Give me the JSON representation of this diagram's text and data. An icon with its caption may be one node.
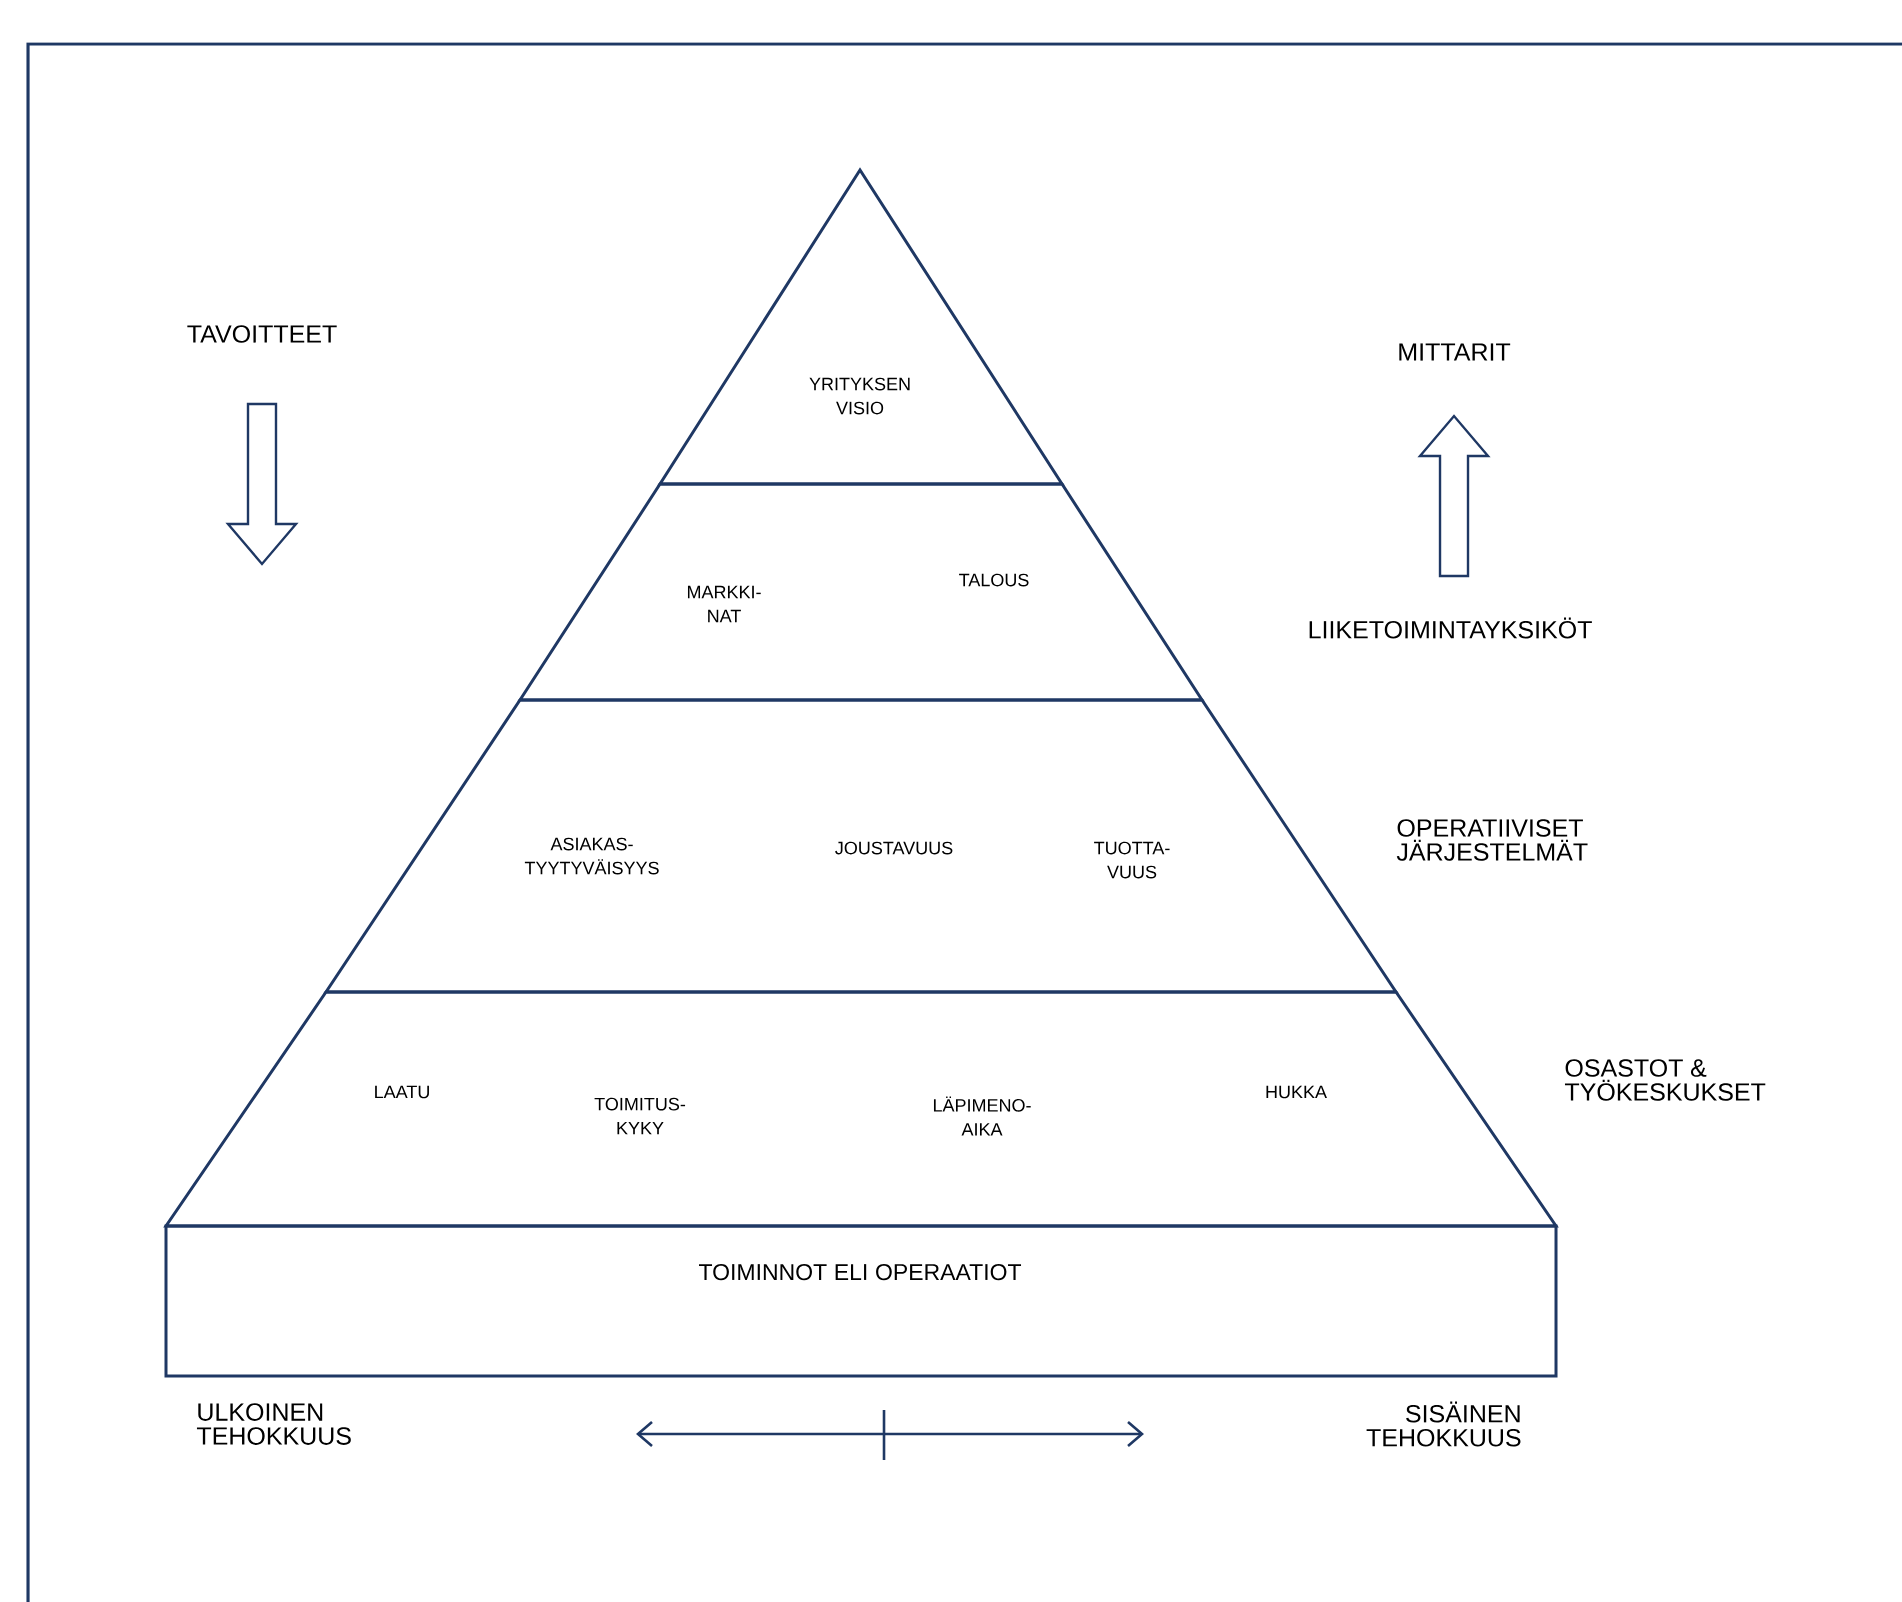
{
  "diagram": {
    "nodes": [
      {
        "text": [
          "YRITYKSEN VISIO"
        ]
      },
      {
        "text": [
          "MARKKI- NAT",
          "TALOUS"
        ]
      },
      {
        "text": [
          "ASIAKAS- TYYTYVÄISYYS",
          "JOUSTAVUUS",
          "TUOTTA- VUUS"
        ]
      },
      {
        "text": [
          "LAATU",
          "TOIMITUS- KYKY",
          "LÄPIMENO- AIKA",
          "HUKKA"
        ]
      },
      {
        "text": [
          "TOIMINNOT ELI OPERAATIOT"
        ]
      }
    ],
    "labels": [
      "TAVOITTEET",
      "MITTARIT",
      "LIIKETOIMINTAYKSIKÖT",
      "OPERATIIVISET JÄRJESTELMÄT",
      "OSASTOT & TYÖKESKUKSET",
      "ULKOINEN TEHOKKUUS",
      "SISÄINEN TEHOKKUUS"
    ]
  }
}
